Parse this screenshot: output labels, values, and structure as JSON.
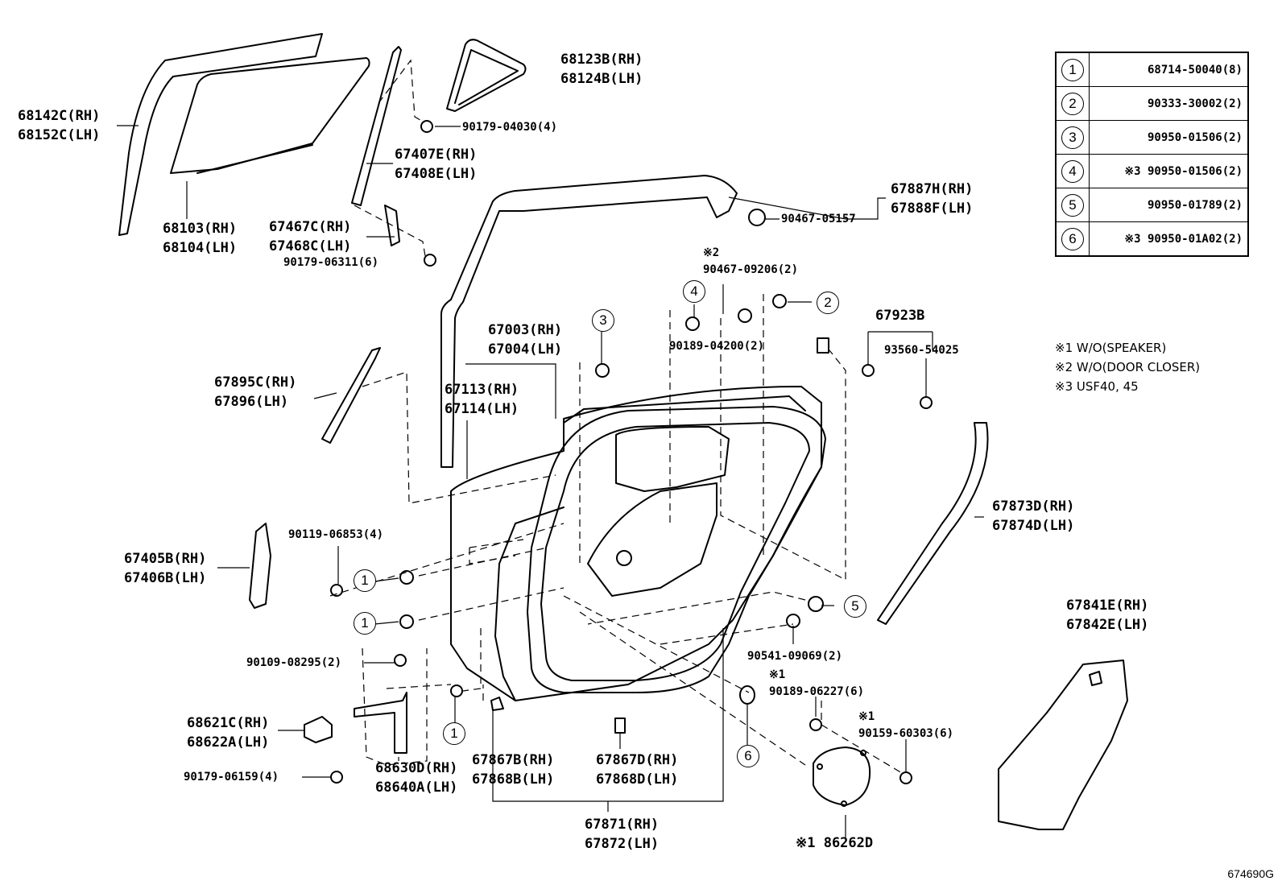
{
  "figure_code": "674690G",
  "legend": [
    {
      "key": "1",
      "part": "68714-50040(8)"
    },
    {
      "key": "2",
      "part": "90333-30002(2)"
    },
    {
      "key": "3",
      "part": "90950-01506(2)"
    },
    {
      "key": "4",
      "part": "※3 90950-01506(2)"
    },
    {
      "key": "5",
      "part": "90950-01789(2)"
    },
    {
      "key": "6",
      "part": "※3 90950-01A02(2)"
    }
  ],
  "notes": [
    "※1  W/O(SPEAKER)",
    "※2  W/O(DOOR CLOSER)",
    "※3  USF40, 45"
  ],
  "callouts": [
    "1",
    "1",
    "1",
    "2",
    "3",
    "4",
    "5",
    "6"
  ],
  "parts": {
    "p68142": [
      "68142C(RH)",
      "68152C(LH)"
    ],
    "p68103": [
      "68103(RH)",
      "68104(LH)"
    ],
    "p68123": [
      "68123B(RH)",
      "68124B(LH)"
    ],
    "p90179a": "90179-04030(4)",
    "p67407": [
      "67407E(RH)",
      "67408E(LH)"
    ],
    "p67467": [
      "67467C(RH)",
      "67468C(LH)"
    ],
    "p90179b": "90179-06311(6)",
    "p67887": [
      "67887H(RH)",
      "67888F(LH)"
    ],
    "p90467a": "90467-05157",
    "p90467b_note": "※2",
    "p90467b": "90467-09206(2)",
    "p67003": [
      "67003(RH)",
      "67004(LH)"
    ],
    "p67113": [
      "67113(RH)",
      "67114(LH)"
    ],
    "p90189a": "90189-04200(2)",
    "p67923": "67923B",
    "p93560": "93560-54025",
    "p67895": [
      "67895C(RH)",
      "67896(LH)"
    ],
    "p67873": [
      "67873D(RH)",
      "67874D(LH)"
    ],
    "p90119": "90119-06853(4)",
    "p67405": [
      "67405B(RH)",
      "67406B(LH)"
    ],
    "p90541": "90541-09069(2)",
    "p90109": "90109-08295(2)",
    "p90189b_note": "※1",
    "p90189b": "90189-06227(6)",
    "p67841": [
      "67841E(RH)",
      "67842E(LH)"
    ],
    "p68621": [
      "68621C(RH)",
      "68622A(LH)"
    ],
    "p90159_note": "※1",
    "p90159": "90159-60303(6)",
    "p68630": [
      "68630D(RH)",
      "68640A(LH)"
    ],
    "p67867": [
      "67867B(RH)",
      "67868B(LH)"
    ],
    "p67867d": [
      "67867D(RH)",
      "67868D(LH)"
    ],
    "p90179c": "90179-06159(4)",
    "p67871": [
      "67871(RH)",
      "67872(LH)"
    ],
    "p86262": "※1 86262D"
  }
}
